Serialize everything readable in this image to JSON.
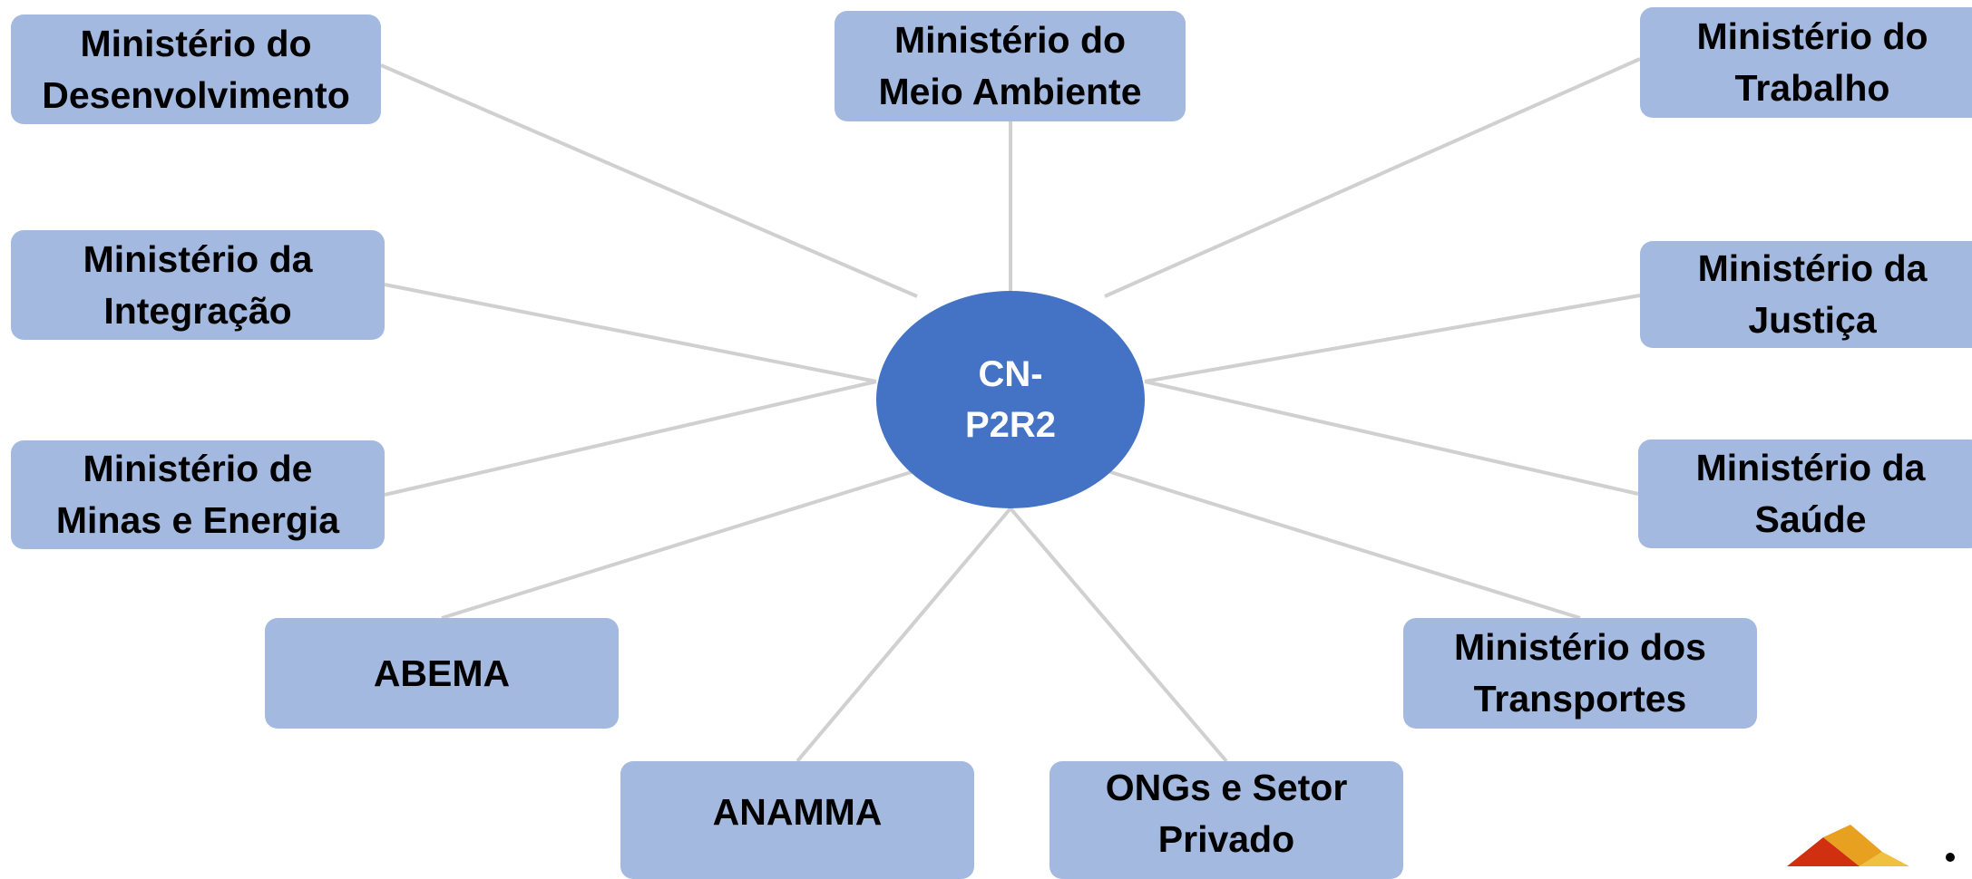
{
  "center": {
    "line1": "CN-",
    "line2": "P2R2"
  },
  "nodes": {
    "desenvolvimento": {
      "line1": "Ministério do",
      "line2": "Desenvolvimento"
    },
    "meio_ambiente": {
      "line1": "Ministério do",
      "line2": "Meio Ambiente"
    },
    "trabalho": {
      "line1": "Ministério do",
      "line2": "Trabalho"
    },
    "integracao": {
      "line1": "Ministério da",
      "line2": "Integração"
    },
    "justica": {
      "line1": "Ministério da",
      "line2": "Justiça"
    },
    "minas_energia": {
      "line1": "Ministério de",
      "line2": "Minas e Energia"
    },
    "saude": {
      "line1": "Ministério da",
      "line2": "Saúde"
    },
    "abema": {
      "line1": "ABEMA"
    },
    "transportes": {
      "line1": "Ministério dos",
      "line2": "Transportes"
    },
    "anamma": {
      "line1": "ANAMMA"
    },
    "ongs": {
      "line1": "ONGs e Setor",
      "line2": "Privado"
    }
  },
  "colors": {
    "node_fill": "#a3b9e0",
    "center_fill": "#4472c4",
    "connector": "#d0d0d0",
    "logo": [
      "#e8a020",
      "#d03010",
      "#f0c040"
    ]
  }
}
